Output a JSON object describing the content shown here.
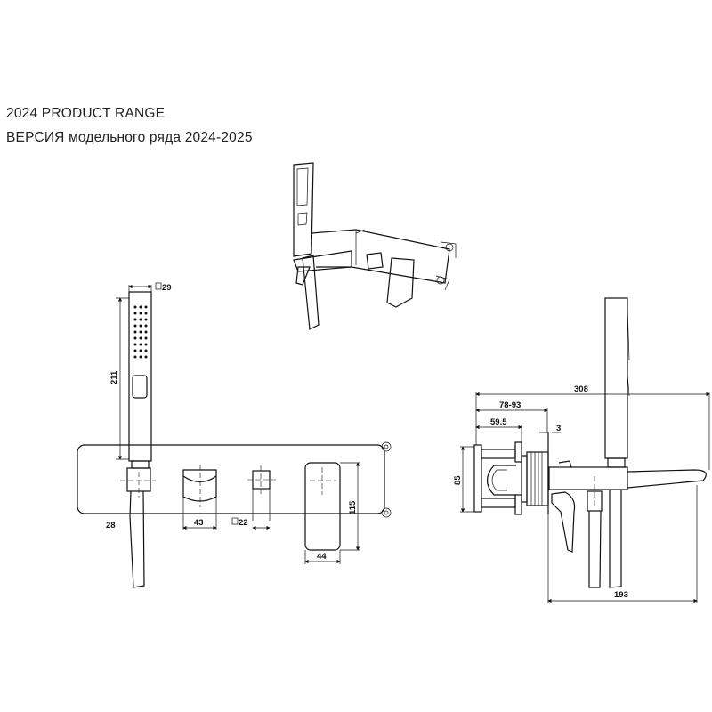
{
  "header": {
    "title_en": "2024 PRODUCT RANGE",
    "title_ru": "ВЕРСИЯ модельного ряда 2024-2025"
  },
  "front_view": {
    "dims": {
      "shower_width": "29",
      "shower_length": "211",
      "holder": "28",
      "spout_width": "43",
      "diverter": "22",
      "handle_width": "44",
      "handle_height": "115"
    }
  },
  "side_view": {
    "dims": {
      "total_depth": "308",
      "wall_depth": "78-93",
      "box_depth": "59.5",
      "plate": "3",
      "box_height": "85",
      "spout_reach": "193"
    }
  }
}
